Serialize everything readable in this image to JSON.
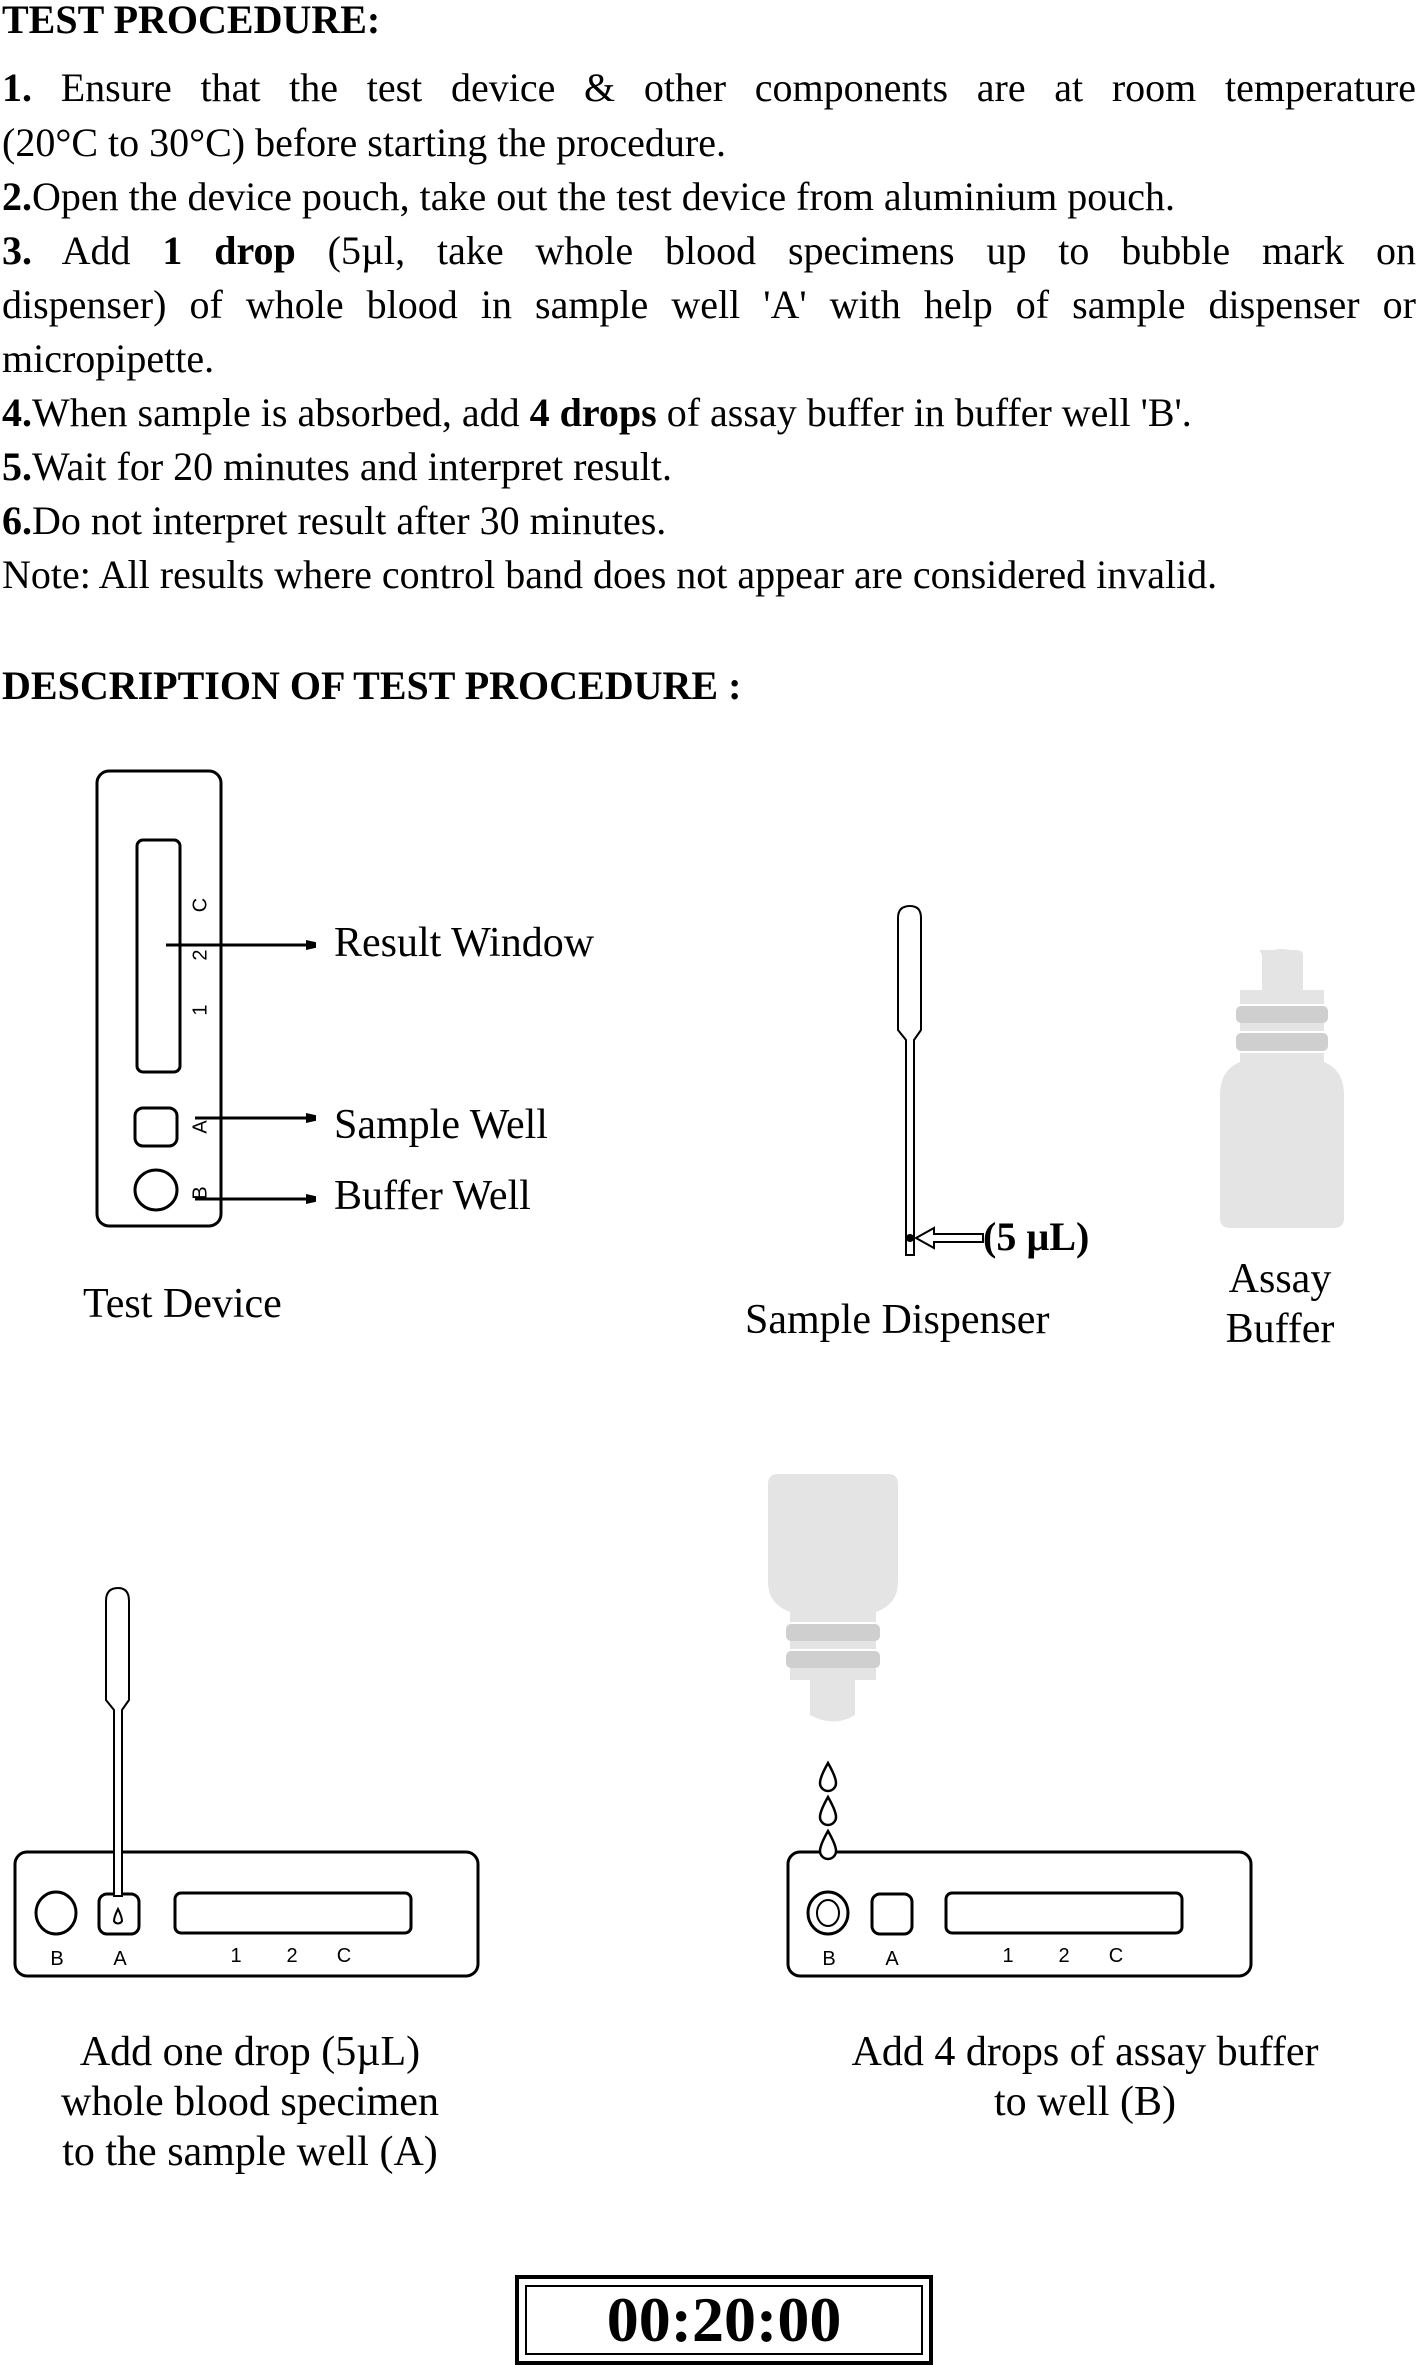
{
  "procedure": {
    "heading": "TEST PROCEDURE:",
    "step1_num": "1.",
    "step1_line1": "Ensure that the test device & other components are at room temperature",
    "step1_line2": "(20°C to 30°C) before starting the procedure.",
    "step2_num": "2.",
    "step2_text": "Open the device pouch, take out the test device from aluminium pouch.",
    "step3_num": "3.",
    "step3_pre": "Add",
    "step3_bold": "1 drop",
    "step3_line1_rest": "(5µl, take whole blood specimens up to bubble mark on",
    "step3_line2": "dispenser) of whole blood in sample well 'A' with help of sample dispenser or",
    "step3_line3": "micropipette.",
    "step4_num": "4.",
    "step4_pre": "When sample is absorbed, add",
    "step4_bold": "4 drops",
    "step4_post": "of assay buffer in buffer well 'B'.",
    "step5_num": "5.",
    "step5_text": "Wait for 20 minutes and interpret result.",
    "step6_num": "6.",
    "step6_text": "Do not interpret result after 30 minutes.",
    "note": "Note: All results where control band does not appear are considered invalid."
  },
  "description": {
    "heading": "DESCRIPTION OF  TEST PROCEDURE :",
    "result_window": "Result Window",
    "sample_well": "Sample Well",
    "buffer_well": "Buffer Well",
    "test_device": "Test Device",
    "volume": "(5 µL)",
    "sample_dispenser": "Sample Dispenser",
    "assay_buffer_line1": "Assay",
    "assay_buffer_line2": "Buffer",
    "device_letter_c": "C",
    "device_digit_2": "2",
    "device_digit_1": "1",
    "device_letter_a": "A",
    "device_letter_b": "B"
  },
  "steps": {
    "left_line1": "Add one drop (5µL)",
    "left_line2": "whole blood specimen",
    "left_line3": "to the sample well (A)",
    "right_line1": "Add 4 drops of assay buffer",
    "right_line2": "to well (B)"
  },
  "timer": "00:20:00",
  "colors": {
    "bottle_gray": "#e4e4e4",
    "ring_gray": "#cfcfcf"
  }
}
